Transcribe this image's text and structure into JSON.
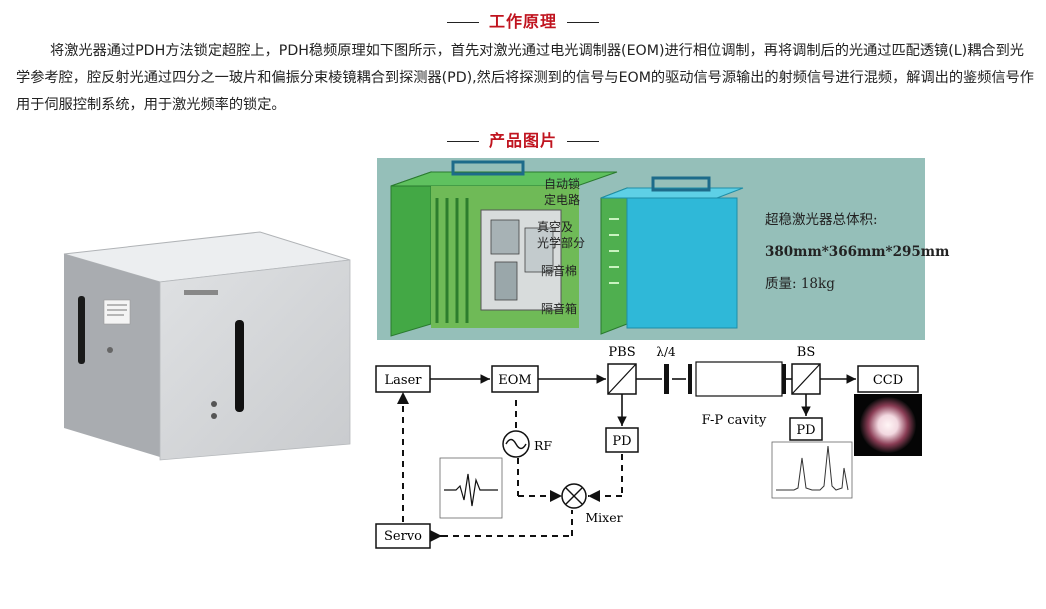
{
  "section1": {
    "title": "工作原理"
  },
  "intro": {
    "text": "将激光器通过PDH方法锁定超腔上，PDH稳频原理如下图所示，首先对激光通过电光调制器(EOM)进行相位调制，再将调制后的光通过匹配透镜(L)耦合到光学参考腔，腔反射光通过四分之一玻片和偏振分束棱镜耦合到探测器(PD),然后将探测到的信号与EOM的驱动信号源输出的射频信号进行混频，解调出的鉴频信号作用于伺服控制系统，用于激光频率的锁定。"
  },
  "section2": {
    "title": "产品图片"
  },
  "cutaway": {
    "labels": [
      "自动锁",
      "定电路",
      "真空及",
      "光学部分",
      "隔音棉",
      "隔音箱"
    ],
    "spec_title": "超稳激光器总体积:",
    "spec_dims": "380mm*366mm*295mm",
    "spec_mass": "质量: 18kg"
  },
  "schematic": {
    "laser": "Laser",
    "eom": "EOM",
    "pbs": "PBS",
    "qwp": "λ/4",
    "bs": "BS",
    "ccd": "CCD",
    "cavity": "F-P cavity",
    "pd1": "PD",
    "pd2": "PD",
    "rf": "RF",
    "mixer": "Mixer",
    "servo": "Servo"
  },
  "colors": {
    "accent_red": "#c0141f",
    "box_teal": "#2fb8d8",
    "box_green": "#4faf4f",
    "cutaway_bg": "#95bfb9"
  }
}
